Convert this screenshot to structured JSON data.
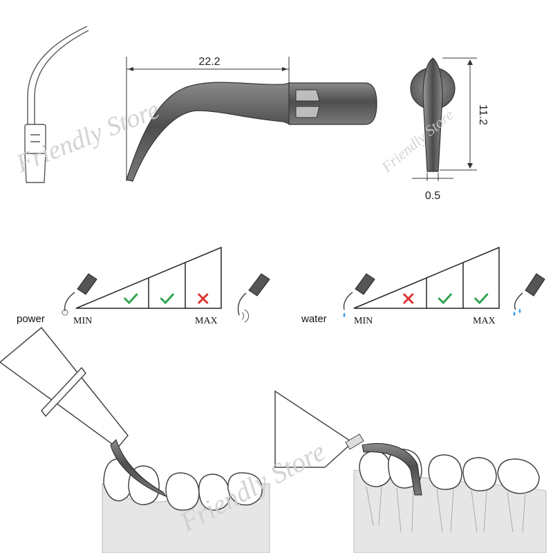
{
  "watermark": "Friendly Store",
  "dimensions": {
    "length": "22.2",
    "height": "11.2",
    "tip_width": "0.5"
  },
  "power_scale": {
    "label": "power",
    "min": "MIN",
    "max": "MAX",
    "levels": [
      "",
      "ok",
      "ok",
      "no"
    ]
  },
  "water_scale": {
    "label": "water",
    "min": "MIN",
    "max": "MAX",
    "levels": [
      "",
      "no",
      "ok",
      "ok"
    ]
  },
  "colors": {
    "tool_dark": "#5a5a5a",
    "tool_light": "#9a9a9a",
    "check": "#2ea44f",
    "cross": "#e03030",
    "water": "#3aa0e6"
  }
}
